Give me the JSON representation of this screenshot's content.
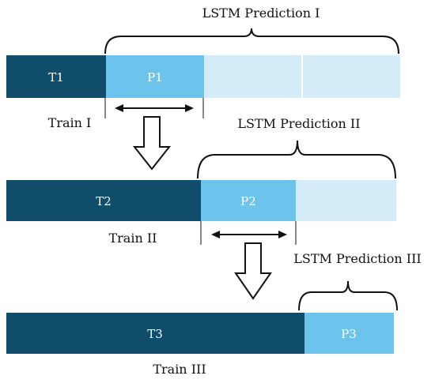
{
  "colors": {
    "train": "#0f4d6a",
    "prediction": "#6cc4ec",
    "future": "#d3ecf8"
  },
  "stages": [
    {
      "prediction_label": "LSTM Prediction I",
      "train_segment": "T1",
      "pred_segment": "P1",
      "train_caption": "Train I"
    },
    {
      "prediction_label": "LSTM Prediction II",
      "train_segment": "T2",
      "pred_segment": "P2",
      "train_caption": "Train II"
    },
    {
      "prediction_label": "LSTM Prediction III",
      "train_segment": "T3",
      "pred_segment": "P3",
      "train_caption": "Train III"
    }
  ]
}
